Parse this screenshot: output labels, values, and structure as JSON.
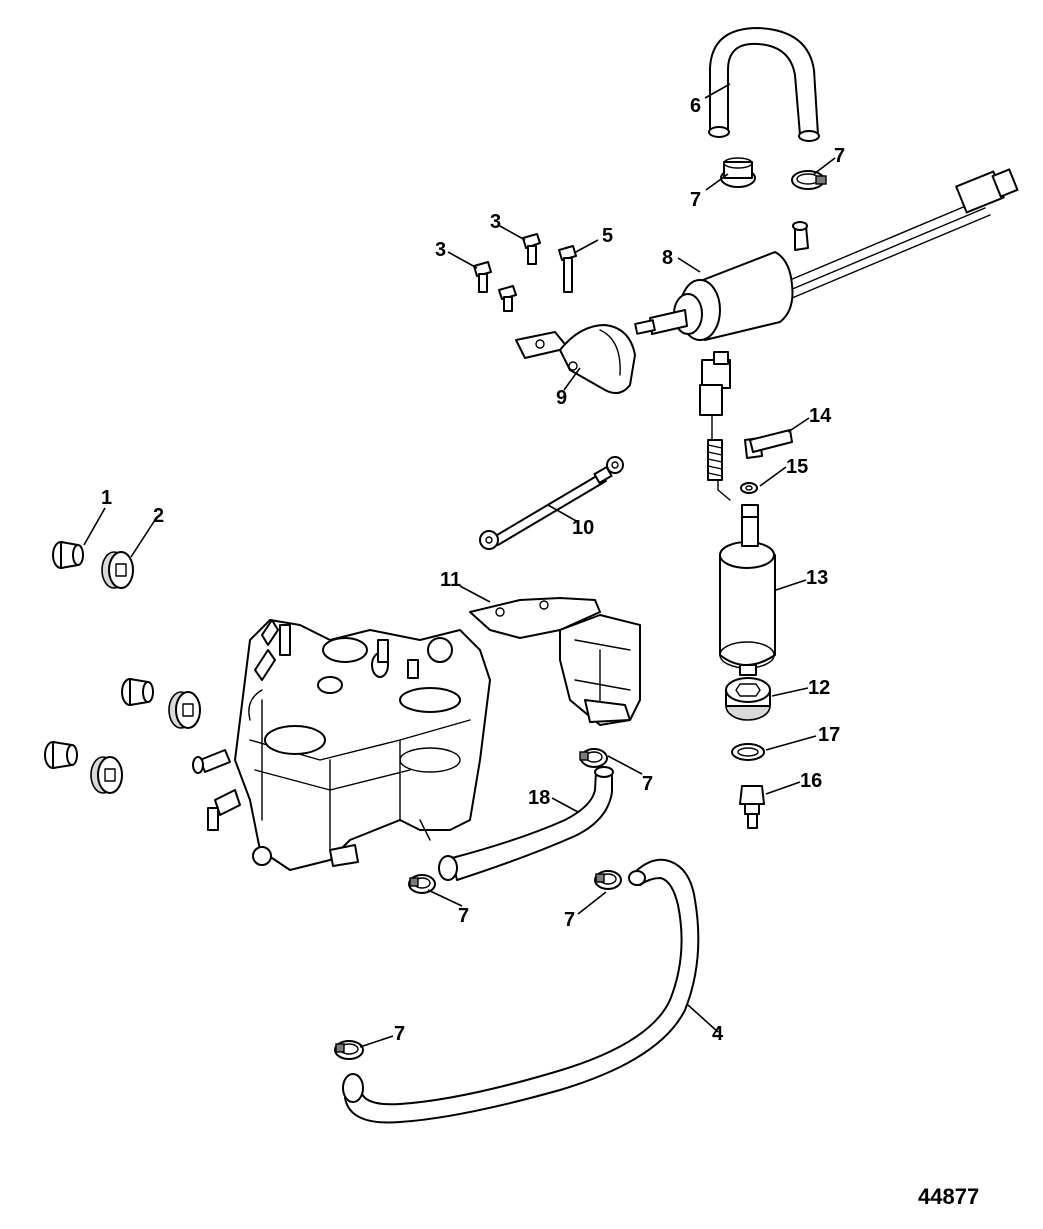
{
  "callouts": {
    "c1": "1",
    "c2": "2",
    "c3a": "3",
    "c3b": "3",
    "c4": "4",
    "c5": "5",
    "c6": "6",
    "c7a": "7",
    "c7b": "7",
    "c7c": "7",
    "c7d": "7",
    "c7e": "7",
    "c7f": "7",
    "c8": "8",
    "c9": "9",
    "c10": "10",
    "c11": "11",
    "c12": "12",
    "c13": "13",
    "c14": "14",
    "c15": "15",
    "c16": "16",
    "c17": "17",
    "c18": "18"
  },
  "figure_number": "44877"
}
